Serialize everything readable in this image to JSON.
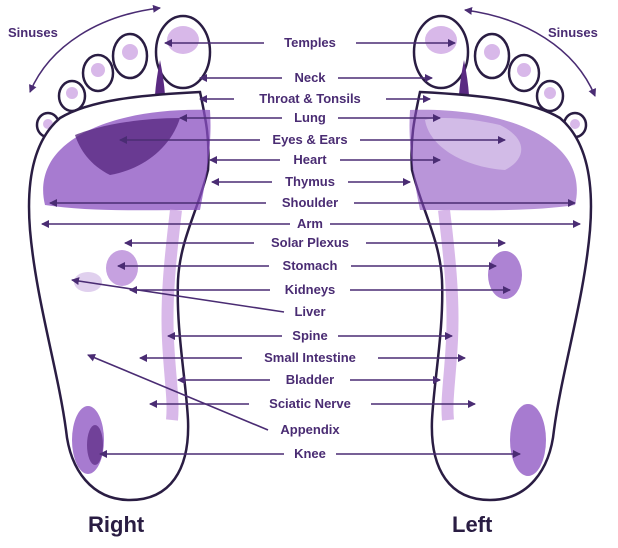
{
  "diagram": {
    "labels": [
      {
        "key": "temples",
        "text": "Temples"
      },
      {
        "key": "neck",
        "text": "Neck"
      },
      {
        "key": "throat",
        "text": "Throat & Tonsils"
      },
      {
        "key": "lung",
        "text": "Lung"
      },
      {
        "key": "eyes",
        "text": "Eyes & Ears"
      },
      {
        "key": "heart",
        "text": "Heart"
      },
      {
        "key": "thymus",
        "text": "Thymus"
      },
      {
        "key": "shoulder",
        "text": "Shoulder"
      },
      {
        "key": "arm",
        "text": "Arm"
      },
      {
        "key": "solar",
        "text": "Solar Plexus"
      },
      {
        "key": "stomach",
        "text": "Stomach"
      },
      {
        "key": "kidneys",
        "text": "Kidneys"
      },
      {
        "key": "liver",
        "text": "Liver"
      },
      {
        "key": "spine",
        "text": "Spine"
      },
      {
        "key": "small_intestine",
        "text": "Small Intestine"
      },
      {
        "key": "bladder",
        "text": "Bladder"
      },
      {
        "key": "sciatic",
        "text": "Sciatic Nerve"
      },
      {
        "key": "appendix",
        "text": "Appendix"
      },
      {
        "key": "knee",
        "text": "Knee"
      }
    ],
    "sinuses_left": "Sinuses",
    "sinuses_right": "Sinuses",
    "foot_right_caption": "Right",
    "foot_left_caption": "Left"
  },
  "colors": {
    "ink": "#4a2c73",
    "zone": "#8a4fc0",
    "outline": "#2a1d43"
  }
}
